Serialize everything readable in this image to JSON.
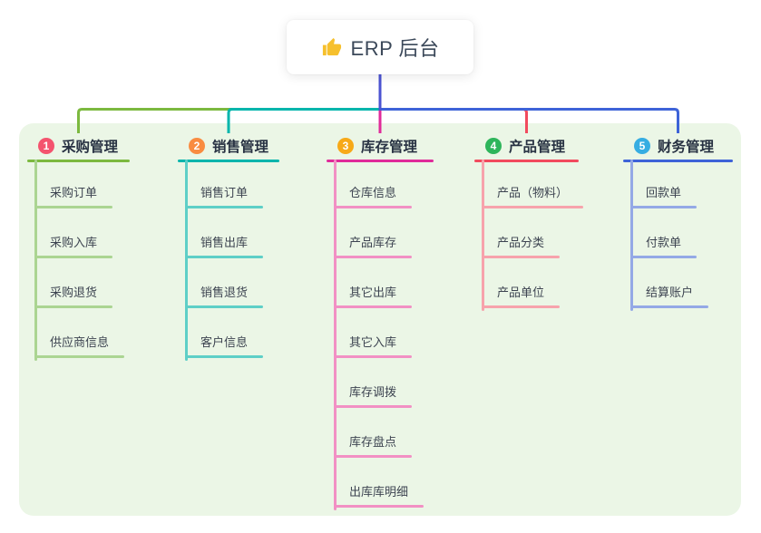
{
  "root": {
    "title": "ERP 后台",
    "icon": "thumbs-up-icon",
    "icon_color": "#f6c02d"
  },
  "canvas": {
    "panel_color": "#ebf6e6",
    "stem_color": "#4b53d2"
  },
  "branches": [
    {
      "index": "1",
      "label": "采购管理",
      "line_color": "#7cb93f",
      "child_line_color": "#abd592",
      "badge_color": "#f4536e",
      "children": [
        "采购订单",
        "采购入库",
        "采购退货",
        "供应商信息"
      ]
    },
    {
      "index": "2",
      "label": "销售管理",
      "line_color": "#00b5ac",
      "child_line_color": "#5ecfc7",
      "badge_color": "#f98c41",
      "children": [
        "销售订单",
        "销售出库",
        "销售退货",
        "客户信息"
      ]
    },
    {
      "index": "3",
      "label": "库存管理",
      "line_color": "#e02b9a",
      "child_line_color": "#f290c4",
      "badge_color": "#f7a918",
      "children": [
        "仓库信息",
        "产品库存",
        "其它出库",
        "其它入库",
        "库存调拨",
        "库存盘点",
        "出库库明细"
      ]
    },
    {
      "index": "4",
      "label": "产品管理",
      "line_color": "#f24a5e",
      "child_line_color": "#f7a3ac",
      "badge_color": "#2eb55b",
      "children": [
        "产品（物料）",
        "产品分类",
        "产品单位"
      ]
    },
    {
      "index": "5",
      "label": "财务管理",
      "line_color": "#3e63d8",
      "child_line_color": "#94a9e6",
      "badge_color": "#36ade2",
      "children": [
        "回款单",
        "付款单",
        "结算账户"
      ]
    }
  ]
}
